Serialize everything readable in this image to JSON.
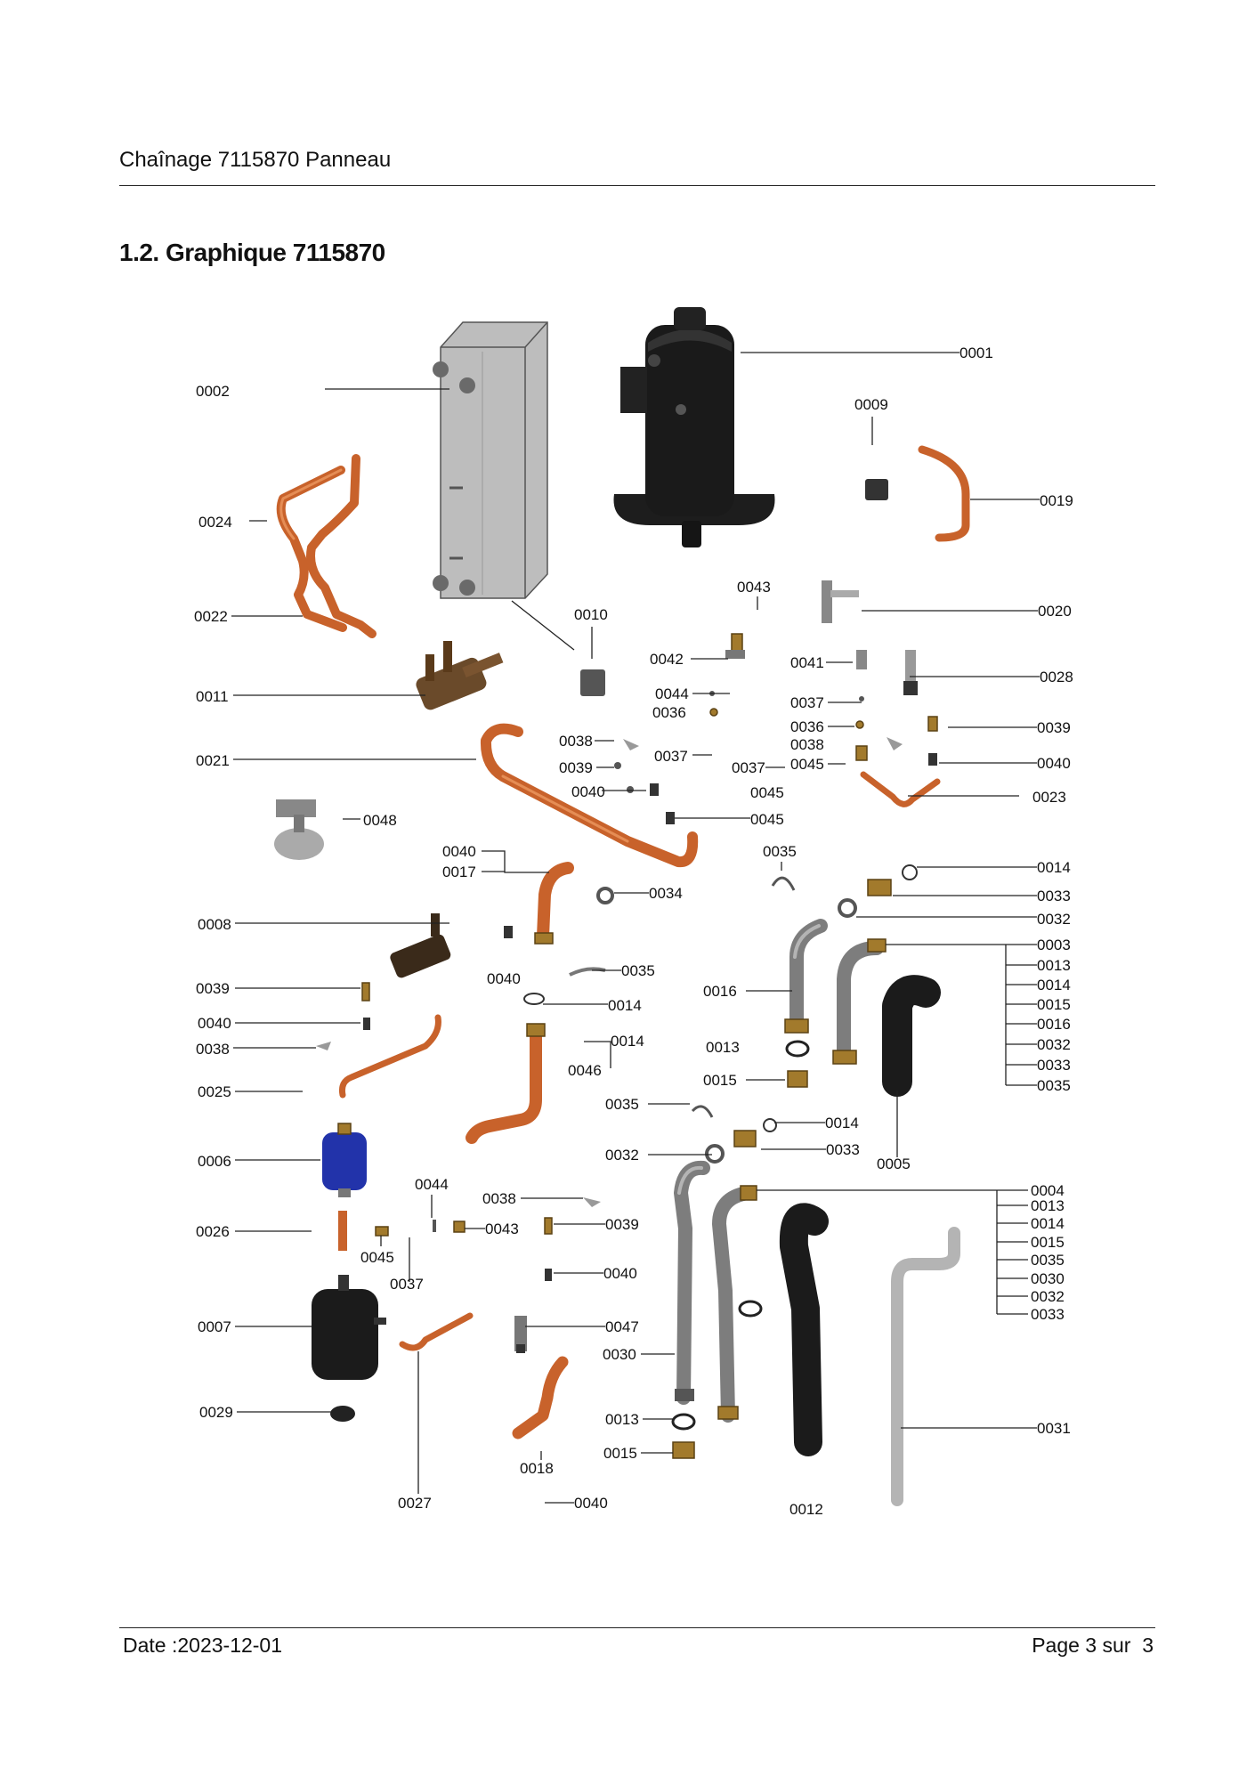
{
  "header": {
    "title": "Chaînage 7115870 Panneau"
  },
  "section": {
    "title": "1.2. Graphique 7115870"
  },
  "footer": {
    "date": "Date :2023-12-01",
    "page": "Page 3 sur  3"
  },
  "colors": {
    "copper": "#c8622b",
    "black_part": "#1b1b1b",
    "grey_pipe": "#7d7d7d",
    "blue_tank": "#2233aa",
    "brass": "#a27a2c",
    "exchanger": "#b9b9b9"
  },
  "callouts": [
    "0001",
    "0002",
    "0009",
    "0019",
    "0024",
    "0043",
    "0020",
    "0022",
    "0010",
    "0042",
    "0041",
    "0028",
    "0011",
    "0044",
    "0036",
    "0037",
    "0036",
    "0039",
    "0038",
    "0021",
    "0039",
    "0037",
    "0037",
    "0038",
    "0045",
    "0040",
    "0040",
    "0045",
    "0045",
    "0023",
    "0048",
    "0035",
    "0040",
    "0017",
    "0014",
    "0034",
    "0033",
    "0008",
    "0032",
    "0003",
    "0013",
    "0035",
    "0014",
    "0040",
    "0039",
    "0014",
    "0016",
    "0015",
    "0016",
    "0040",
    "0014",
    "0013",
    "0032",
    "0038",
    "0046",
    "0033",
    "0015",
    "0035",
    "0025",
    "0035",
    "0014",
    "0032",
    "0033",
    "0006",
    "0005",
    "0004",
    "0044",
    "0013",
    "0038",
    "0014",
    "0039",
    "0015",
    "0026",
    "0043",
    "0035",
    "0045",
    "0030",
    "0037",
    "0040",
    "0032",
    "0033",
    "0007",
    "0047",
    "0030",
    "0029",
    "0013",
    "0031",
    "0015",
    "0018",
    "0027",
    "0040",
    "0012"
  ]
}
